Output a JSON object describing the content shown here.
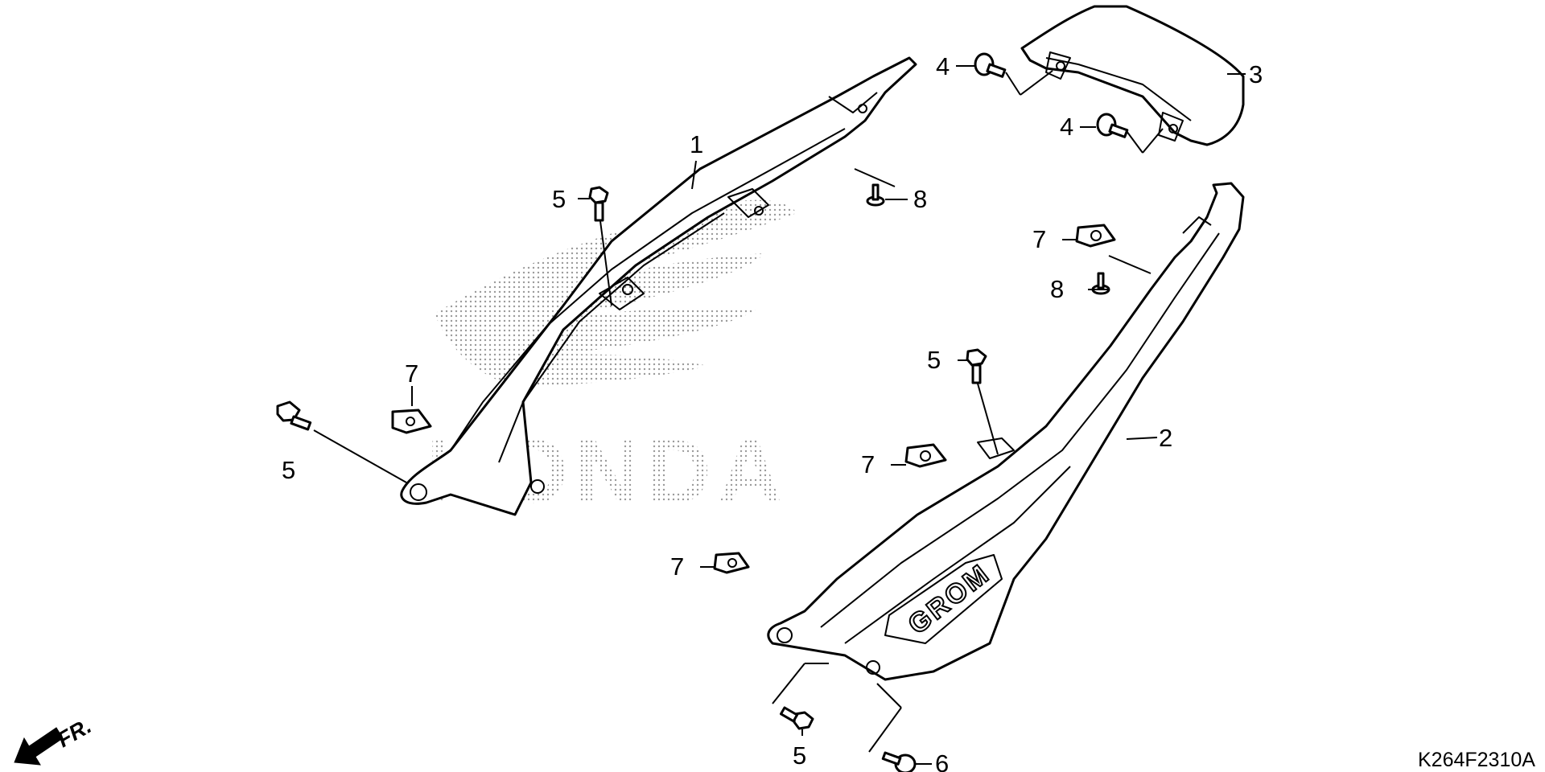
{
  "diagram": {
    "watermark_text": "HONDA",
    "part_emblem_text": "GROM",
    "direction_label": "FR.",
    "drawing_code": "K264F2310A",
    "callouts": {
      "c1": "1",
      "c2": "2",
      "c3": "3",
      "c4a": "4",
      "c4b": "4",
      "c5a": "5",
      "c5b": "5",
      "c5c": "5",
      "c5d": "5",
      "c6": "6",
      "c7a": "7",
      "c7b": "7",
      "c7c": "7",
      "c7d": "7",
      "c8a": "8",
      "c8b": "8"
    }
  }
}
